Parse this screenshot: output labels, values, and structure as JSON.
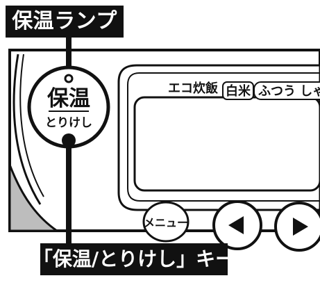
{
  "labels": {
    "lamp_label": "保温ランプ",
    "key_label": "「保温/とりけし」キー"
  },
  "keep_warm_button": {
    "primary": "保温",
    "secondary": "とりけし"
  },
  "display": {
    "header_text": "エコ炊飯",
    "rice_type": "白米",
    "mode_text": "ふつう しゃっ"
  },
  "buttons": {
    "menu_label": "メニュー",
    "left_arrow_icon": "triangle-left",
    "right_arrow_icon": "triangle-right"
  },
  "colors": {
    "label_bg": "#111111",
    "label_text": "#ffffff",
    "outline": "#111111",
    "panel_bg": "#ffffff",
    "shadow_gray": "#bdbdbd"
  }
}
